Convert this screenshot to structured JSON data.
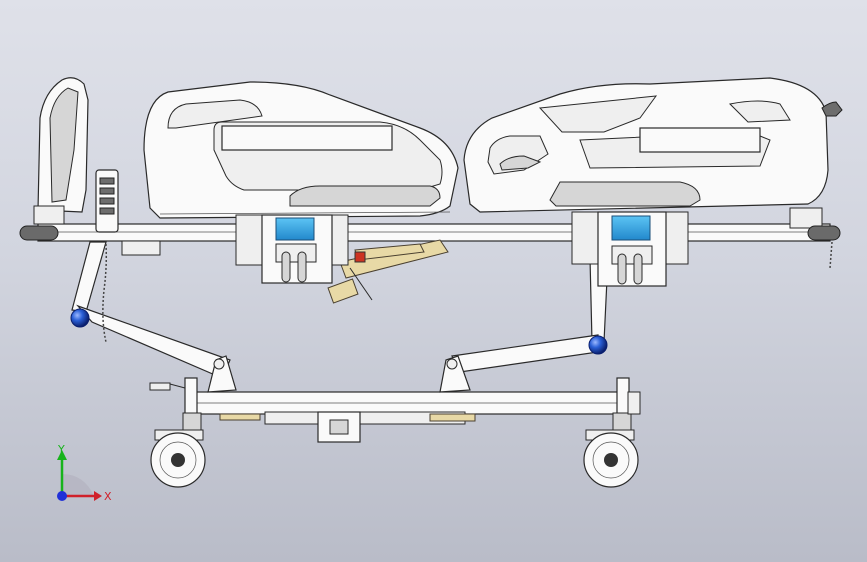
{
  "viewport": {
    "background_top": "#dfe1e9",
    "background_bottom": "#b9bcc8"
  },
  "model": {
    "subject": "hospital bed",
    "colors": {
      "shell": "#fafafa",
      "outline": "#2a2a2a",
      "screen": "#35a7e0",
      "knob": "#2a5fd6",
      "actuator": "#e8d9a6"
    }
  },
  "triad": {
    "y_label": "Y",
    "x_label": "X",
    "y_color": "#17b31b",
    "x_color": "#d0202a",
    "z_color": "#2030d8"
  }
}
